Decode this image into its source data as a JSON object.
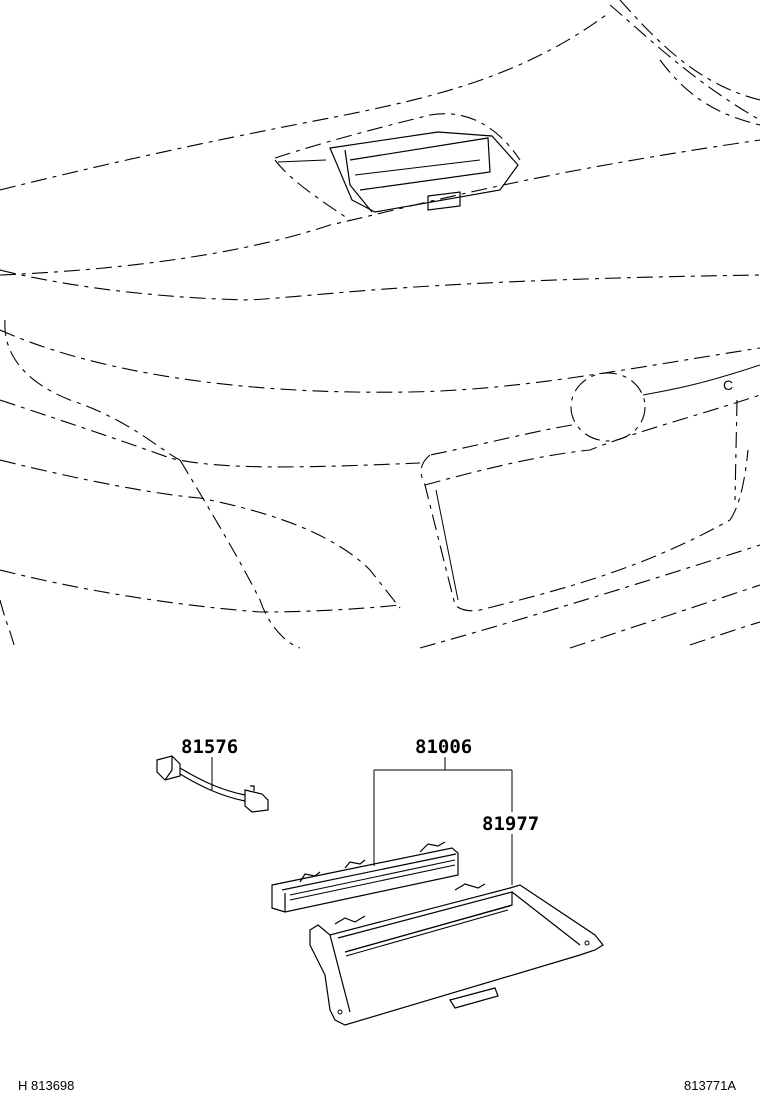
{
  "diagram": {
    "title": "",
    "parts": [
      {
        "id": "part-81576",
        "label": "81576",
        "description": "wire harness connector (socket & wire)"
      },
      {
        "id": "part-81006",
        "label": "81006",
        "description": "center stop lamp assembly (bracket group)"
      },
      {
        "id": "part-81977",
        "label": "81977",
        "description": "center stop lamp cover / bracket"
      }
    ],
    "overview_marks": {
      "c_mark": "C"
    },
    "footer": {
      "left_ref": "H 813698",
      "right_ref": "813771A"
    }
  }
}
